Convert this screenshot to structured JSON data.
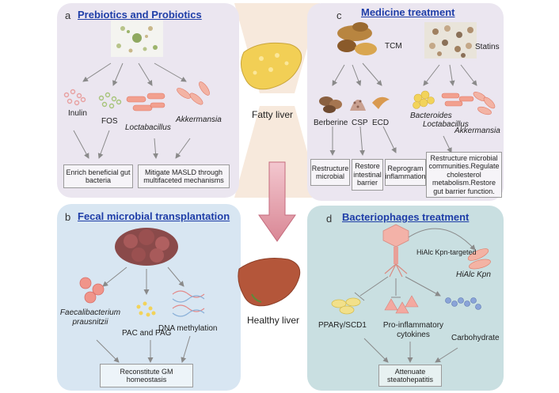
{
  "panels": {
    "a": {
      "letter": "a",
      "title": "Prebiotics and Probiotics",
      "items": [
        "Inulin",
        "FOS",
        "Loctabacillus",
        "Akkermansia"
      ],
      "outcomes": [
        "Enrich beneficial gut bacteria",
        "Mitigate MASLD through multifaceted mechanisms"
      ]
    },
    "b": {
      "letter": "b",
      "title": "Fecal microbial transplantation",
      "items": [
        "Faecalibacterium prausnitzii",
        "PAC and PAG",
        "DNA methylation"
      ],
      "outcome": "Reconstitute GM homeostasis"
    },
    "c": {
      "letter": "c",
      "title": "Medicine treatment",
      "sources": [
        "TCM",
        "Statins"
      ],
      "items": [
        "Berberine",
        "CSP",
        "ECD",
        "Bacteroides",
        "Loctabacillus",
        "Akkermansia"
      ],
      "outcomes": [
        "Restructure microbial",
        "Restore intestinal barrier",
        "Reprogram inflammation",
        "Restructure microbial communities.Regulate cholesterol metabolism.Restore gut barrier function."
      ]
    },
    "d": {
      "letter": "d",
      "title": "Bacteriophages treatment",
      "target": "HiAlc Kpn-targeted",
      "pathogen": "HiAlc Kpn",
      "items": [
        "PPARγ/SCD1",
        "Pro-inflammatory cytokines",
        "Carbohydrate"
      ],
      "outcome": "Attenuate steatohepatitis"
    }
  },
  "center": {
    "top": "Fatty liver",
    "bottom": "Healthy liver"
  }
}
